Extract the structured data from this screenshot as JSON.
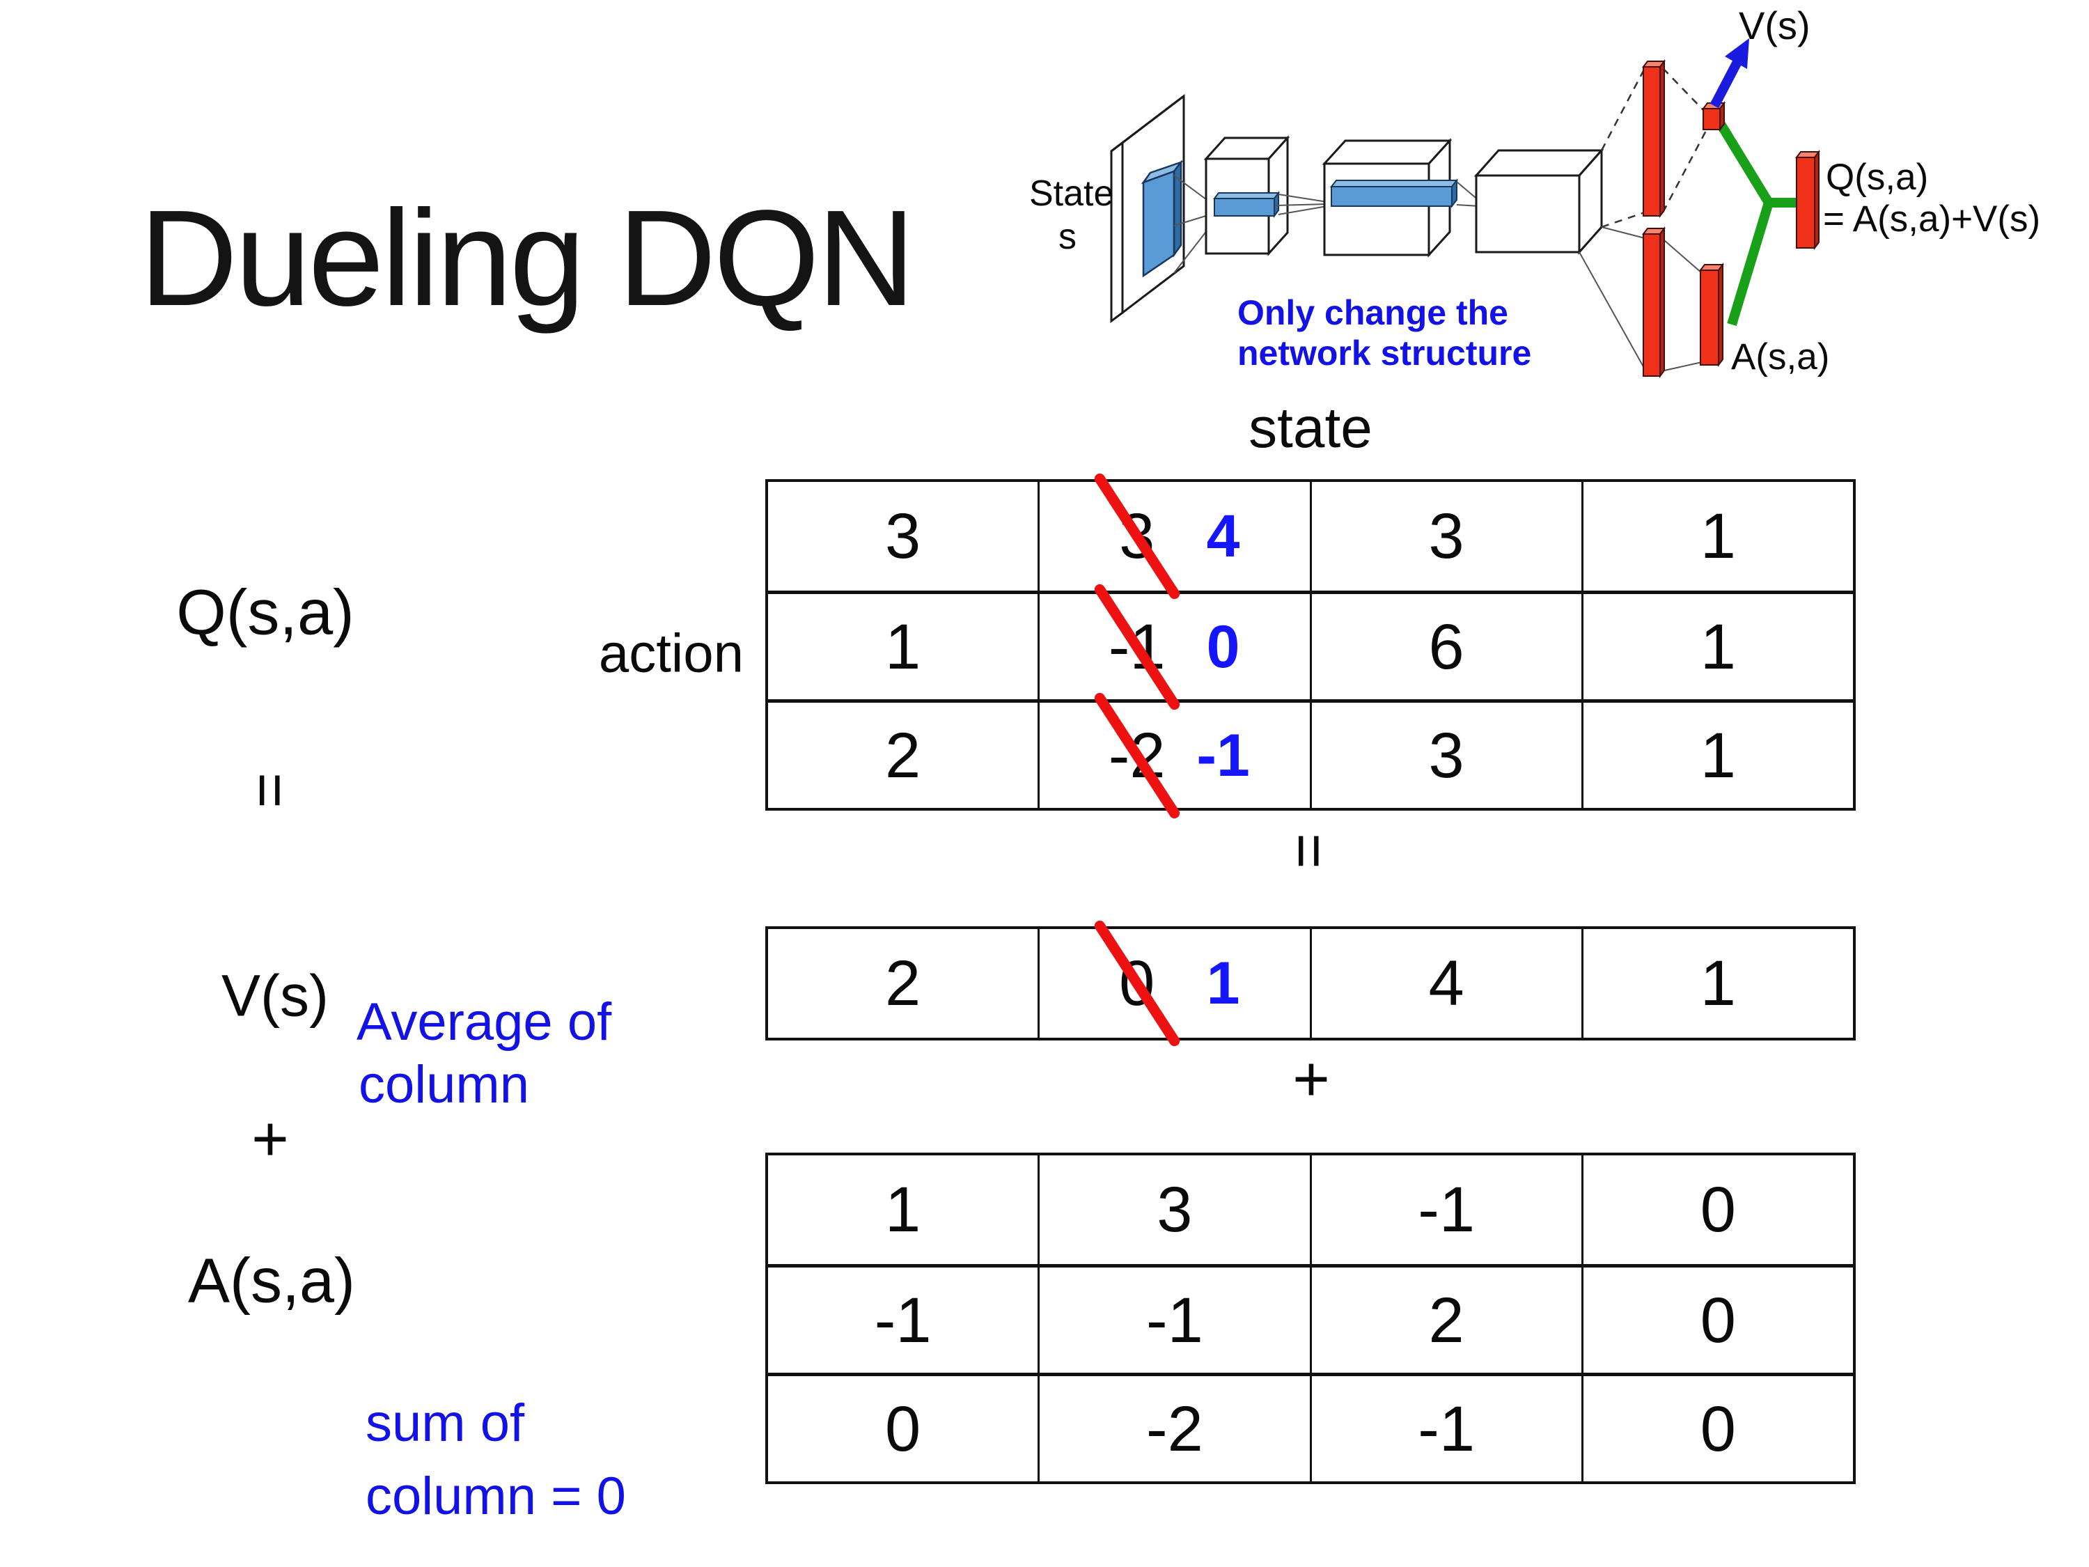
{
  "title": "Dueling DQN",
  "colors": {
    "accent_blue": "#1212e6",
    "number_blue": "#1515ff",
    "strike_red": "#ee1111",
    "bar_red": "#ee3118",
    "connector_green": "#18a018",
    "arrow_blue": "#1b1be0",
    "feature_blue": "#5b9bd5"
  },
  "diagram": {
    "state_label": "State",
    "state_sub": "s",
    "note_line1": "Only change the",
    "note_line2": "network structure",
    "v_out_label": "V(s)",
    "q_out_label": "Q(s,a)",
    "q_out_formula": "= A(s,a)+V(s)",
    "a_out_label": "A(s,a)"
  },
  "equation": {
    "q_label": "Q(s,a)",
    "equals_left": "=",
    "v_label": "V(s)",
    "avg_line1": "Average of",
    "avg_line2": "column",
    "plus_left": "+",
    "a_label": "A(s,a)",
    "sum_line1": "sum of",
    "sum_line2": "column = 0",
    "state_header": "state",
    "action_label": "action",
    "equals_mid": "=",
    "plus_mid": "+"
  },
  "q_table": {
    "rows": [
      [
        {
          "v": "3"
        },
        {
          "old": "3",
          "new": "4"
        },
        {
          "v": "3"
        },
        {
          "v": "1"
        }
      ],
      [
        {
          "v": "1"
        },
        {
          "old": "-1",
          "new": "0"
        },
        {
          "v": "6"
        },
        {
          "v": "1"
        }
      ],
      [
        {
          "v": "2"
        },
        {
          "old": "-2",
          "new": "-1"
        },
        {
          "v": "3"
        },
        {
          "v": "1"
        }
      ]
    ]
  },
  "v_table": {
    "rows": [
      [
        {
          "v": "2"
        },
        {
          "old": "0",
          "new": "1"
        },
        {
          "v": "4"
        },
        {
          "v": "1"
        }
      ]
    ]
  },
  "a_table": {
    "rows": [
      [
        {
          "v": "1"
        },
        {
          "v": "3"
        },
        {
          "v": "-1"
        },
        {
          "v": "0"
        }
      ],
      [
        {
          "v": "-1"
        },
        {
          "v": "-1"
        },
        {
          "v": "2"
        },
        {
          "v": "0"
        }
      ],
      [
        {
          "v": "0"
        },
        {
          "v": "-2"
        },
        {
          "v": "-1"
        },
        {
          "v": "0"
        }
      ]
    ]
  }
}
